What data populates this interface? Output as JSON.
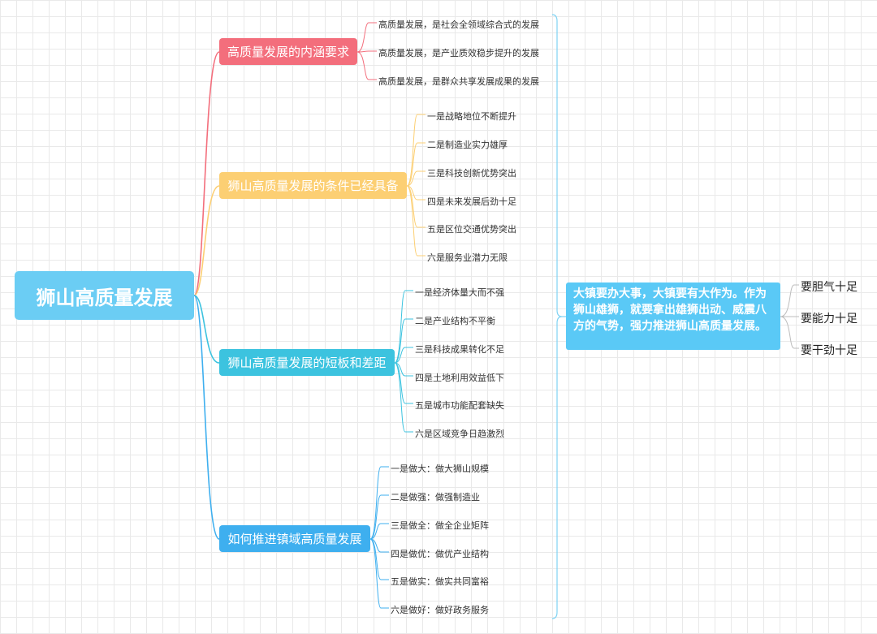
{
  "root": "狮山高质量发展",
  "branches": [
    {
      "label": "高质量发展的内涵要求",
      "color": "#f36e7c",
      "items": [
        "高质量发展，是社会全领域综合式的发展",
        "高质量发展，是产业质效稳步提升的发展",
        "高质量发展，是群众共享发展成果的发展"
      ]
    },
    {
      "label": "狮山高质量发展的条件已经具备",
      "color": "#fccf73",
      "items": [
        "一是战略地位不断提升",
        "二是制造业实力雄厚",
        "三是科技创新优势突出",
        "四是未来发展后劲十足",
        "五是区位交通优势突出",
        "六是服务业潜力无限"
      ]
    },
    {
      "label": "狮山高质量发展的短板和差距",
      "color": "#3cc3df",
      "items": [
        "一是经济体量大而不强",
        "二是产业结构不平衡",
        "三是科技成果转化不足",
        "四是土地利用效益低下",
        "五是城市功能配套缺失",
        "六是区域竞争日趋激烈"
      ]
    },
    {
      "label": "如何推进镇域高质量发展",
      "color": "#3eafef",
      "items": [
        "一是做大：做大狮山规模",
        "二是做强：做强制造业",
        "三是做全：做全企业矩阵",
        "四是做优：做优产业结构",
        "五是做实：做实共同富裕",
        "六是做好：做好政务服务"
      ]
    }
  ],
  "summary": "大镇要办大事，大镇要有大作为。作为狮山雄狮，就要拿出雄狮出动、威震八方的气势，强力推进狮山高质量发展。",
  "requirements": [
    "要胆气十足",
    "要能力十足",
    "要干劲十足"
  ]
}
